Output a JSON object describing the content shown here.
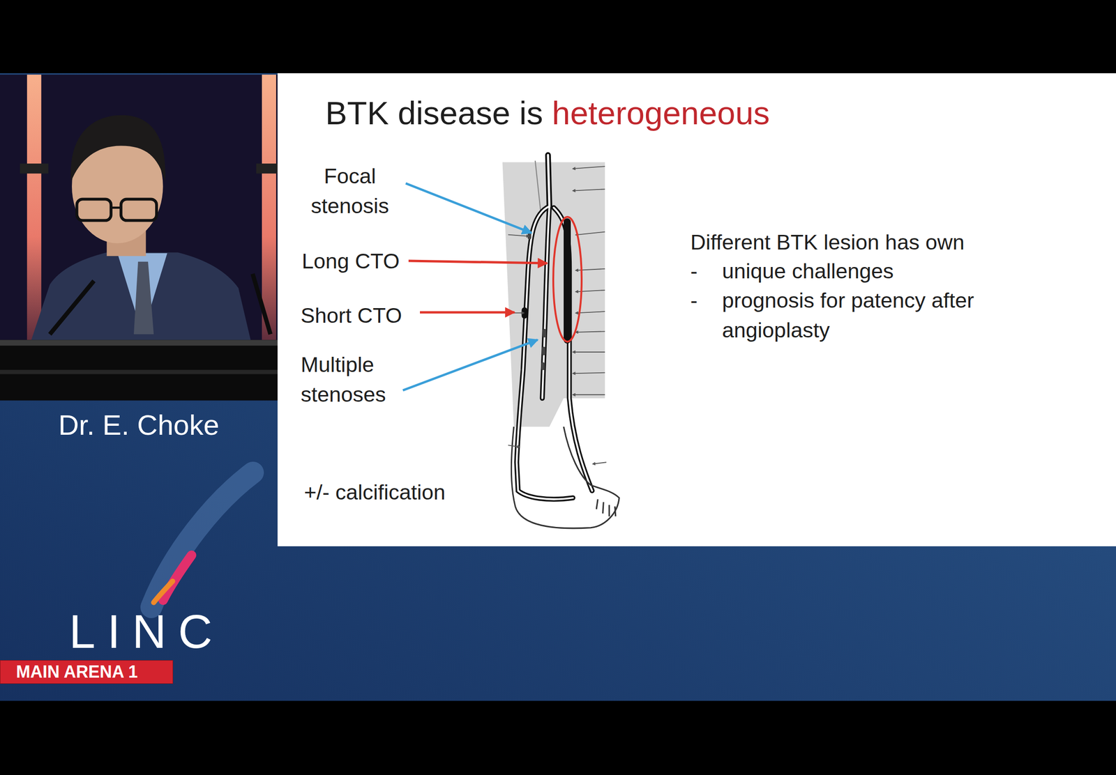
{
  "diagram": {
    "title": "BTK disease is heterogeneous",
    "nodes": [
      {
        "text": [
          "MAIN ARENA 1"
        ]
      }
    ],
    "labels": [
      "Focal stenosis",
      "Long CTO",
      "Short CTO",
      "Multiple stenoses",
      "+/- calcification",
      "Different BTK lesion has own",
      "-",
      "unique challenges",
      "-",
      "prognosis for patency after angioplasty",
      "Dr. E. Choke",
      "LINC"
    ]
  }
}
